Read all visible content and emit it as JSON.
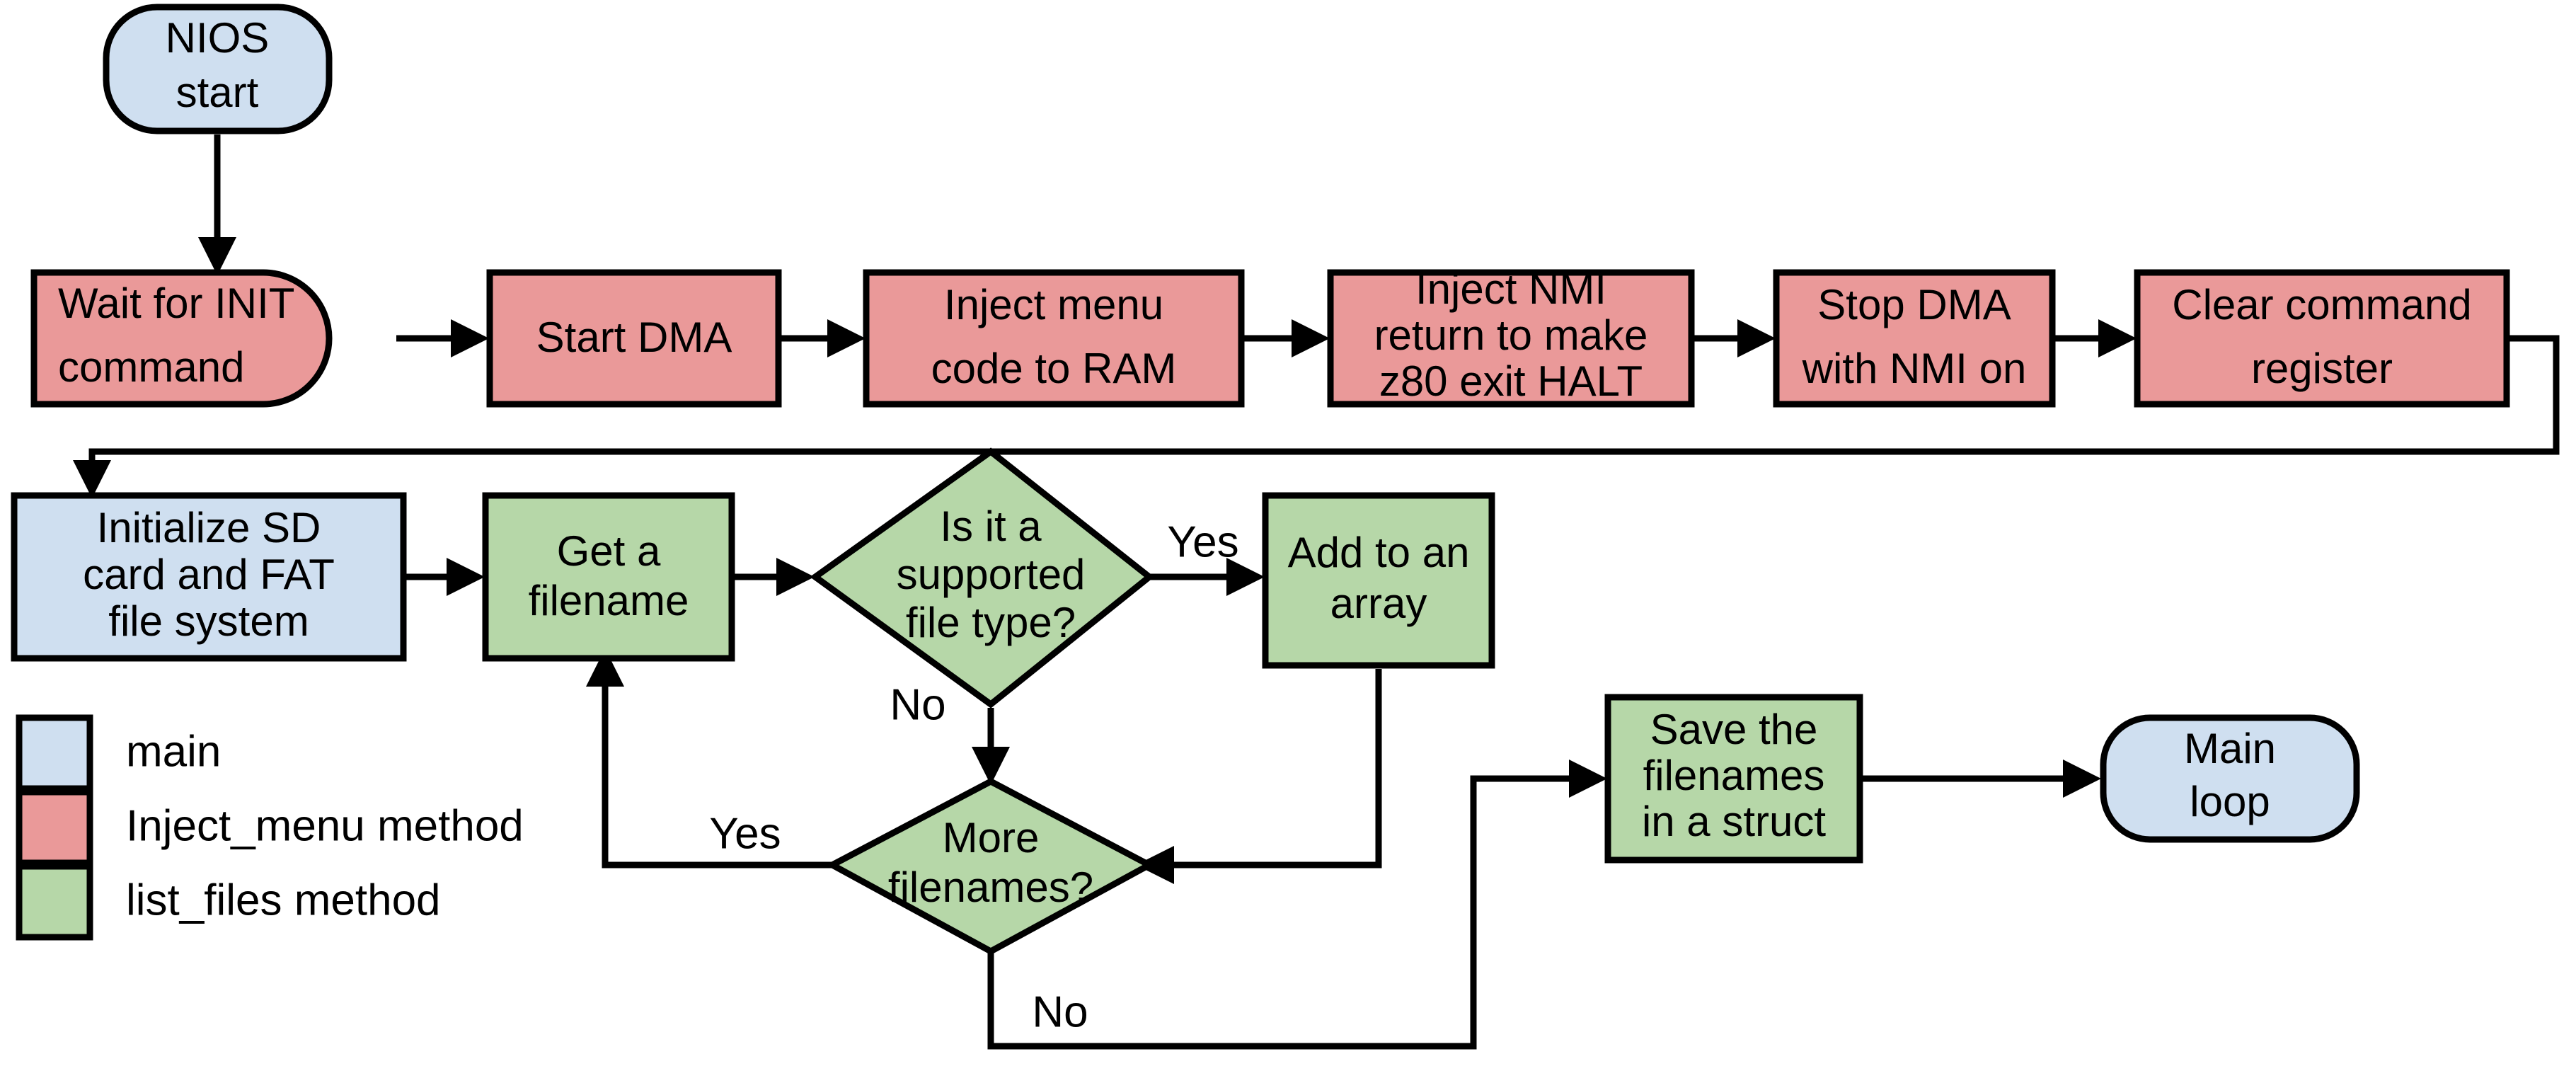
{
  "diagram": {
    "title": "NIOS start flowchart",
    "background": "#ffffff",
    "stroke_color": "#000000"
  },
  "colors": {
    "main": "#cfdff0",
    "inject_menu": "#ea9999",
    "list_files": "#b6d7a8",
    "outline": "#000000"
  },
  "nodes": {
    "nios_start": {
      "label_line1": "NIOS",
      "label_line2": "start",
      "shape": "rounded",
      "group": "main"
    },
    "wait_init": {
      "label_line1": "Wait for INIT",
      "label_line2": "command",
      "shape": "delay",
      "group": "inject_menu"
    },
    "start_dma": {
      "label_line1": "Start DMA",
      "shape": "rect",
      "group": "inject_menu"
    },
    "inject_menu_code": {
      "label_line1": "Inject menu",
      "label_line2": "code to RAM",
      "shape": "rect",
      "group": "inject_menu"
    },
    "inject_nmi": {
      "label_line1": "Inject NMI",
      "label_line2": "return to make",
      "label_line3": "z80 exit HALT",
      "shape": "rect",
      "group": "inject_menu"
    },
    "stop_dma": {
      "label_line1": "Stop DMA",
      "label_line2": "with NMI on",
      "shape": "rect",
      "group": "inject_menu"
    },
    "clear_command": {
      "label_line1": "Clear command",
      "label_line2": "register",
      "shape": "rect",
      "group": "inject_menu"
    },
    "init_sd": {
      "label_line1": "Initialize SD",
      "label_line2": "card and FAT",
      "label_line3": "file system",
      "shape": "rect",
      "group": "main"
    },
    "get_filename": {
      "label_line1": "Get a",
      "label_line2": "filename",
      "shape": "rect",
      "group": "list_files"
    },
    "is_supported": {
      "label_line1": "Is it a",
      "label_line2": "supported",
      "label_line3": "file type?",
      "shape": "diamond",
      "group": "list_files"
    },
    "add_to_array": {
      "label_line1": "Add to an",
      "label_line2": "array",
      "shape": "rect",
      "group": "list_files"
    },
    "more_filenames": {
      "label_line1": "More",
      "label_line2": "filenames?",
      "shape": "diamond",
      "group": "list_files"
    },
    "save_filenames": {
      "label_line1": "Save the",
      "label_line2": "filenames",
      "label_line3": "in a struct",
      "shape": "rect",
      "group": "list_files"
    },
    "main_loop": {
      "label_line1": "Main",
      "label_line2": "loop",
      "shape": "rounded",
      "group": "main"
    }
  },
  "edge_labels": {
    "supported_yes": "Yes",
    "supported_no": "No",
    "more_yes": "Yes",
    "more_no": "No"
  },
  "legend": {
    "items": [
      {
        "label": "main",
        "color": "#cfdff0"
      },
      {
        "label": "Inject_menu method",
        "color": "#ea9999"
      },
      {
        "label": "list_files method",
        "color": "#b6d7a8"
      }
    ]
  }
}
